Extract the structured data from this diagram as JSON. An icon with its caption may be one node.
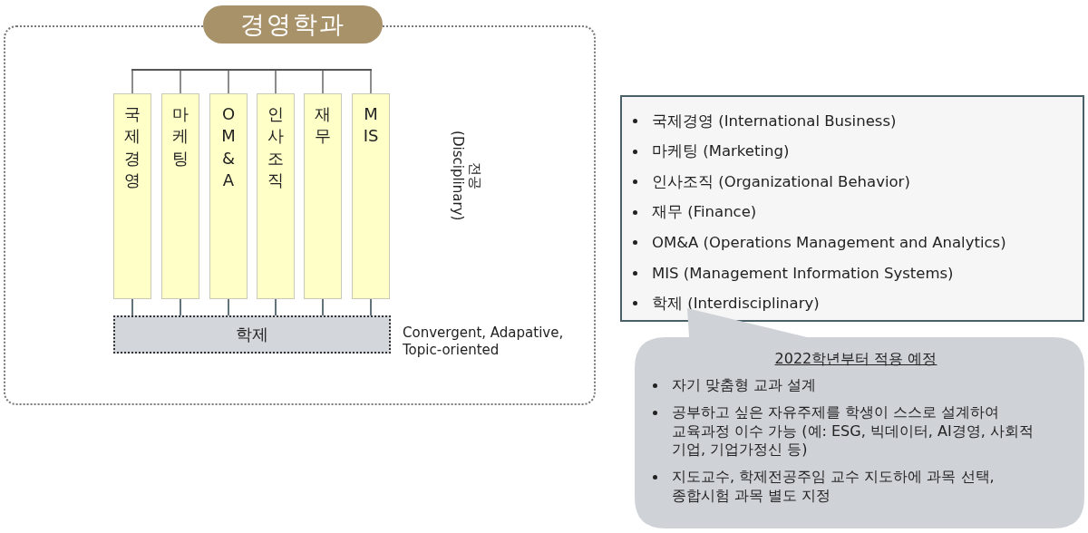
{
  "diagram": {
    "nodes": [
      {
        "text": [
          "경영학과"
        ]
      },
      {
        "text": [],
        "shape": "bar",
        "in": 0
      },
      {
        "text": [
          "국제경영"
        ],
        "in": 0
      },
      {
        "text": [
          "마케팅"
        ],
        "in": 0
      },
      {
        "text": [
          "OM&A"
        ],
        "in": 0
      },
      {
        "text": [
          "인사조직"
        ],
        "in": 0
      },
      {
        "text": [
          "재무"
        ],
        "in": 0
      },
      {
        "text": [
          "MIS"
        ],
        "in": 0
      },
      {
        "text": [
          "학제"
        ],
        "in": 0,
        "beside": [
          "Convergent, Adapative, Topic-oriented"
        ]
      },
      {
        "text": [
          "국제경영 (International Business)",
          "마케팅 (Marketing)",
          "인사조직 (Organizational Behavior)",
          "재무 (Finance)",
          "OM&A (Operations Management and Analytics)",
          "MIS (Management Information Systems)",
          "학제 (Interdisciplinary)"
        ]
      },
      {
        "text": [
          "2022학년부터 적용 예정",
          "자기 맞춤형 교과 설계",
          "공부하고 싶은 자유주제를 학생이 스스로 설계하여 교육과정 이수 가능 (예: ESG, 빅데이터, AI경영, 사회적 기업, 기업가정신 등)",
          "지도교수, 학제전공주임 교수 지도하에 과목 선택, 종합시험 과목 별도 지정"
        ]
      }
    ],
    "edges": [
      {
        "from": 1,
        "to": 2,
        "arrow": "none"
      },
      {
        "from": 1,
        "to": 3,
        "arrow": "none"
      },
      {
        "from": 1,
        "to": 4,
        "arrow": "none"
      },
      {
        "from": 1,
        "to": 5,
        "arrow": "none"
      },
      {
        "from": 1,
        "to": 6,
        "arrow": "none"
      },
      {
        "from": 1,
        "to": 7,
        "arrow": "none"
      },
      {
        "from": 2,
        "to": 8,
        "arrow": "none"
      },
      {
        "from": 3,
        "to": 8,
        "arrow": "none"
      },
      {
        "from": 4,
        "to": 8,
        "arrow": "none"
      },
      {
        "from": 5,
        "to": 8,
        "arrow": "none"
      },
      {
        "from": 6,
        "to": 8,
        "arrow": "none"
      },
      {
        "from": 7,
        "to": 8,
        "arrow": "none"
      }
    ],
    "labels": [
      "전공 (Disciplinary)"
    ]
  }
}
